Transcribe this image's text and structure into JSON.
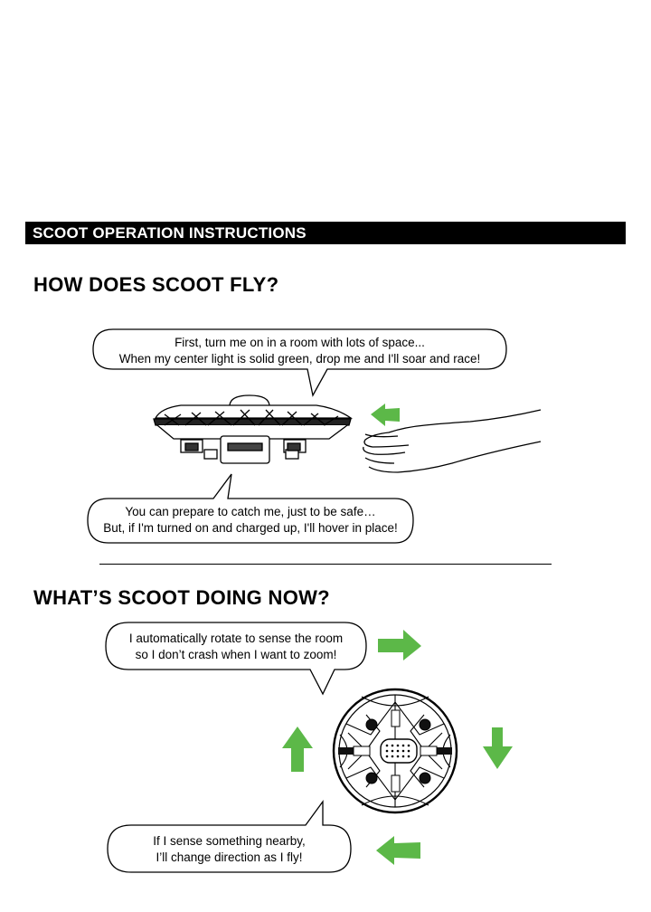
{
  "section_title": "SCOOT OPERATION INSTRUCTIONS",
  "fly": {
    "heading": "HOW DOES SCOOT FLY?",
    "bubble_top": {
      "line1": "First, turn me on in a room with lots of space...",
      "line2": "When my center light is solid green, drop me and I'll soar and race!"
    },
    "bubble_bottom": {
      "line1": "You can prepare to catch me, just to be safe…",
      "line2": "But, if I'm turned on and charged up, I'll hover in place!"
    }
  },
  "doing": {
    "heading": "WHAT’S SCOOT DOING NOW?",
    "bubble_top": {
      "line1": "I automatically rotate to sense the room",
      "line2": "so I don’t crash when I want to zoom!"
    },
    "bubble_bottom": {
      "line1": "If I sense something nearby,",
      "line2": "I’ll change direction as I fly!"
    }
  },
  "colors": {
    "arrow_green": "#5cb848",
    "bar_black": "#000000"
  },
  "icons": [
    "drone-side-icon",
    "hand-icon",
    "drone-top-icon",
    "arrow-icon"
  ]
}
